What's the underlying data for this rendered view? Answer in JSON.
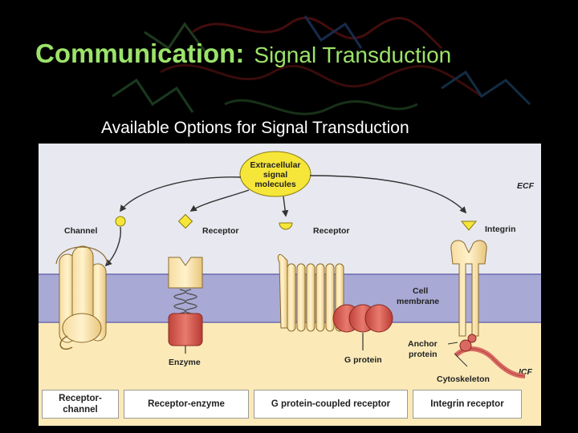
{
  "slide": {
    "title_main": "Communication:",
    "title_sub": "Signal Transduction",
    "subtitle": "Available Options for Signal Transduction"
  },
  "figure": {
    "ecf_label": "ECF",
    "icf_label": "ICF",
    "signal_molecules": [
      "Extracellular",
      "signal",
      "molecules"
    ],
    "cell_membrane": [
      "Cell",
      "membrane"
    ],
    "channel_label": "Channel",
    "receptor_label_1": "Receptor",
    "receptor_label_2": "Receptor",
    "integrin_label": "Integrin",
    "enzyme_label": "Enzyme",
    "g_protein_label": "G protein",
    "anchor_protein": [
      "Anchor",
      "protein"
    ],
    "cytoskeleton_label": "Cytoskeleton",
    "captions": [
      [
        "Receptor-",
        "channel"
      ],
      [
        "Receptor-enzyme"
      ],
      [
        "G protein-coupled receptor"
      ],
      [
        "Integrin receptor"
      ]
    ]
  },
  "colors": {
    "title": "#9be36a",
    "ecf": "#e8e8f0",
    "membrane": "#a9a9d6",
    "icf": "#fbeab8",
    "signal_yellow": "#f6e63a",
    "enzyme_red": "#d7564a",
    "g_protein_red": "#d86a63"
  }
}
